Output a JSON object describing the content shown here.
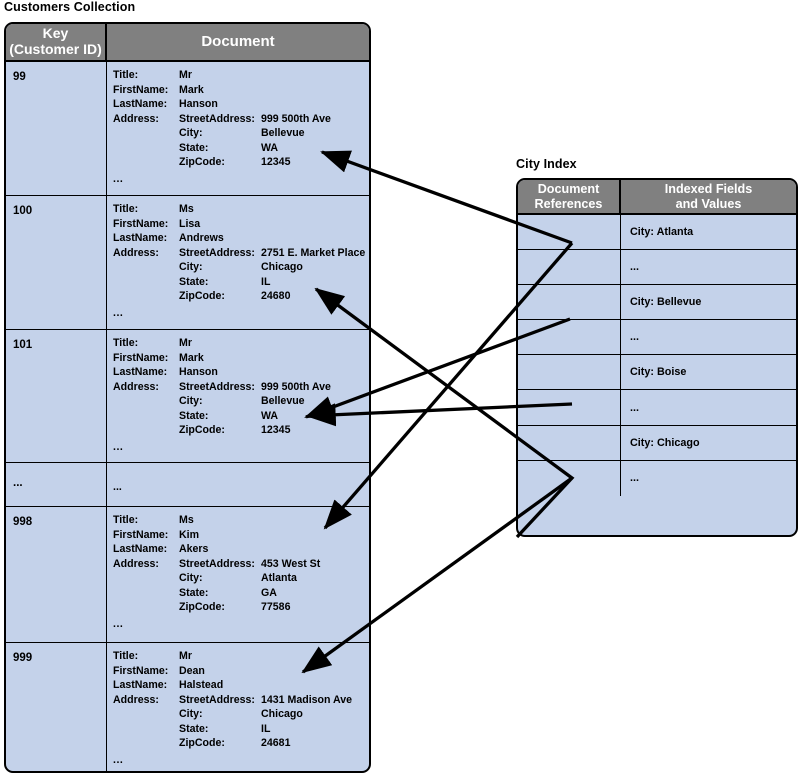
{
  "collection": {
    "caption": "Customers Collection",
    "headers": {
      "key": "Key\n(Customer ID)",
      "document": "Document"
    },
    "field_labels": {
      "title": "Title:",
      "first_name": "FirstName:",
      "last_name": "LastName:",
      "address": "Address:",
      "street_address": "StreetAddress:",
      "city": "City:",
      "state": "State:",
      "zip_code": "ZipCode:"
    },
    "ellipsis": "...",
    "rows": [
      {
        "key": "99",
        "title": "Mr",
        "first_name": "Mark",
        "last_name": "Hanson",
        "street_address": "999 500th Ave",
        "city": "Bellevue",
        "state": "WA",
        "zip_code": "12345"
      },
      {
        "key": "100",
        "title": "Ms",
        "first_name": "Lisa",
        "last_name": "Andrews",
        "street_address": "2751 E. Market Place",
        "city": "Chicago",
        "state": "IL",
        "zip_code": "24680"
      },
      {
        "key": "101",
        "title": "Mr",
        "first_name": "Mark",
        "last_name": "Hanson",
        "street_address": "999 500th Ave",
        "city": "Bellevue",
        "state": "WA",
        "zip_code": "12345"
      },
      {
        "key": "...",
        "is_ellipsis_row": true,
        "document": "..."
      },
      {
        "key": "998",
        "title": "Ms",
        "first_name": "Kim",
        "last_name": "Akers",
        "street_address": "453 West St",
        "city": "Atlanta",
        "state": "GA",
        "zip_code": "77586"
      },
      {
        "key": "999",
        "title": "Mr",
        "first_name": "Dean",
        "last_name": "Halstead",
        "street_address": "1431 Madison Ave",
        "city": "Chicago",
        "state": "IL",
        "zip_code": "24681"
      }
    ]
  },
  "index": {
    "caption": "City Index",
    "headers": {
      "references": "Document\nReferences",
      "values": "Indexed Fields\nand Values"
    },
    "rows": [
      {
        "value": "City: Atlanta"
      },
      {
        "value": "..."
      },
      {
        "value": "City: Bellevue"
      },
      {
        "value": "..."
      },
      {
        "value": "City: Boise"
      },
      {
        "value": "..."
      },
      {
        "value": "City: Chicago"
      },
      {
        "value": "..."
      }
    ]
  },
  "colors": {
    "header_fill": "#808080",
    "body_fill": "#c4d2ea",
    "border": "#000000",
    "header_text": "#ffffff",
    "body_text": "#000000",
    "arrow": "#000000"
  }
}
